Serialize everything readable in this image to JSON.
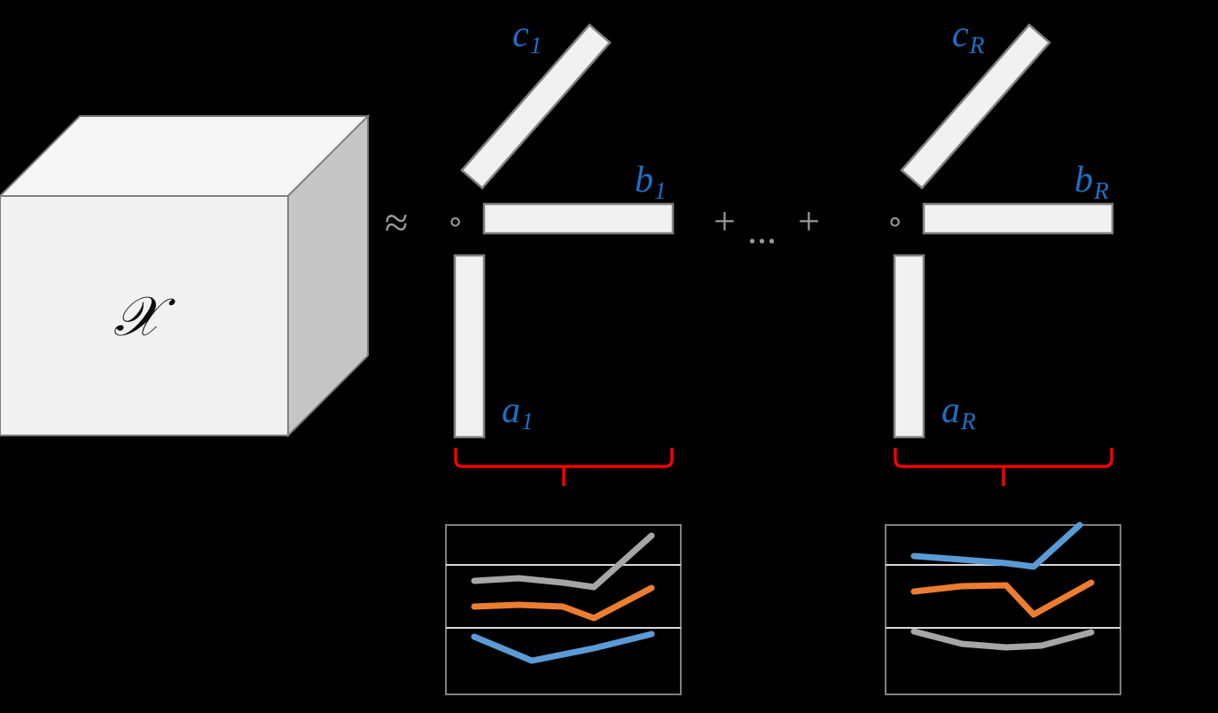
{
  "figure": {
    "type": "cp-decomposition-diagram",
    "background": "#000000",
    "tensor_label": "𝒳",
    "approx_symbol": "≈",
    "outer_product_symbol": "∘",
    "plus_symbol": "+",
    "ellipsis_symbol": "...",
    "colors": {
      "face_front": "#f1f1f1",
      "face_top": "#f6f6f6",
      "face_side": "#c6c6c6",
      "face_stroke": "#808080",
      "bar_fill": "#f1f1f1",
      "bar_stroke": "#808080",
      "label_blue": "#1f6fc4",
      "operator_gray": "#9a9a9a",
      "brace_red": "#fe0000",
      "chart_border": "#808080",
      "chart_divider": "#d9d9d9",
      "series_gray": "#a6a6a6",
      "series_orange": "#ed7d31",
      "series_blue": "#5b9bd5"
    }
  },
  "terms": [
    {
      "id": "term-1",
      "index": "1",
      "vector_c_label": "c",
      "vector_c_sub": "1",
      "vector_b_label": "b",
      "vector_b_sub": "1",
      "vector_a_label": "a",
      "vector_a_sub": "1"
    },
    {
      "id": "term-R",
      "index": "R",
      "vector_c_label": "c",
      "vector_c_sub": "R",
      "vector_b_label": "b",
      "vector_b_sub": "R",
      "vector_a_label": "a",
      "vector_a_sub": "R"
    }
  ],
  "chart_data": [
    {
      "id": "chart-term-1",
      "type": "line",
      "title": "",
      "xlabel": "",
      "ylabel": "",
      "grid": false,
      "legend": "none",
      "panels": 3,
      "panel_dividers_y": [
        0.236,
        0.607
      ],
      "x": [
        0,
        1,
        2,
        3,
        4
      ],
      "xlim": [
        0,
        4
      ],
      "ylim": [
        0,
        1
      ],
      "series": [
        {
          "name": "gray",
          "color": "#a6a6a6",
          "values": [
            0.505,
            0.52,
            0.52,
            0.455,
            0.84
          ]
        },
        {
          "name": "orange",
          "color": "#ed7d31",
          "values": [
            0.355,
            0.37,
            0.37,
            0.178,
            0.43
          ]
        },
        {
          "name": "blue",
          "color": "#5b9bd5",
          "values": [
            0.16,
            0.09,
            0.048,
            0.118,
            0.175
          ]
        }
      ]
    },
    {
      "id": "chart-term-R",
      "type": "line",
      "title": "",
      "xlabel": "",
      "ylabel": "",
      "grid": false,
      "legend": "none",
      "panels": 3,
      "panel_dividers_y": [
        0.236,
        0.607
      ],
      "x": [
        0,
        1,
        2,
        3,
        4
      ],
      "xlim": [
        0,
        4
      ],
      "ylim": [
        0,
        1
      ],
      "series": [
        {
          "name": "blue",
          "color": "#5b9bd5",
          "values": [
            0.808,
            0.79,
            0.762,
            0.725,
            1.0
          ]
        },
        {
          "name": "orange",
          "color": "#ed7d31",
          "values": [
            0.542,
            0.56,
            0.56,
            0.375,
            0.568
          ]
        },
        {
          "name": "gray",
          "color": "#a6a6a6",
          "values": [
            0.23,
            0.185,
            0.175,
            0.19,
            0.232
          ]
        }
      ]
    }
  ]
}
